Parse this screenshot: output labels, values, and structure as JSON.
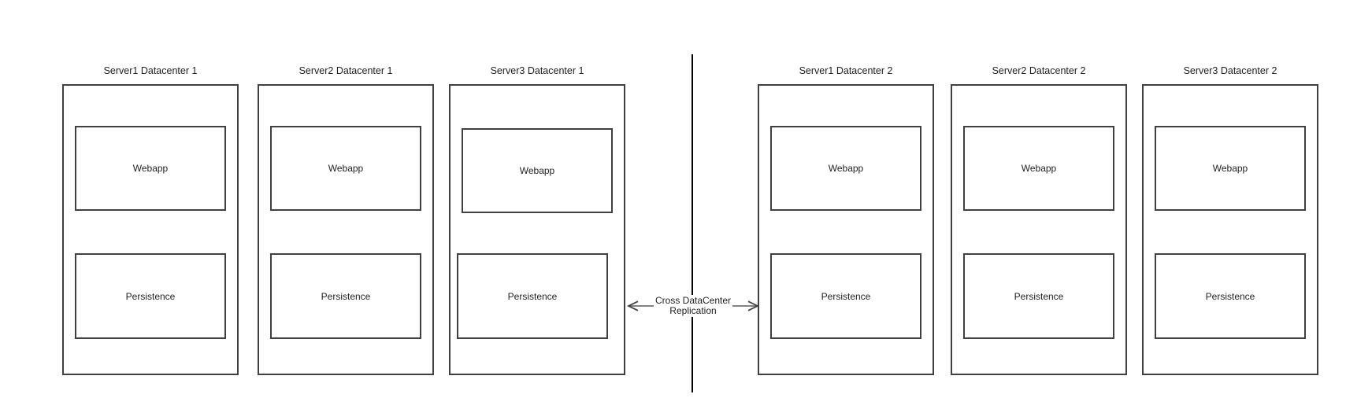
{
  "colors": {
    "background": "#ffffff",
    "box_border": "#404040",
    "divider_line": "#000000",
    "arrow": "#4d4d4d",
    "text": "#1f1f1f"
  },
  "replication": {
    "line1": "Cross DataCenter",
    "line2": "Replication"
  },
  "datacenters": [
    {
      "servers": [
        {
          "title": "Server1 Datacenter 1",
          "webapp": "Webapp",
          "persistence": "Persistence"
        },
        {
          "title": "Server2 Datacenter 1",
          "webapp": "Webapp",
          "persistence": "Persistence"
        },
        {
          "title": "Server3 Datacenter 1",
          "webapp": "Webapp",
          "persistence": "Persistence"
        }
      ]
    },
    {
      "servers": [
        {
          "title": "Server1 Datacenter 2",
          "webapp": "Webapp",
          "persistence": "Persistence"
        },
        {
          "title": "Server2 Datacenter 2",
          "webapp": "Webapp",
          "persistence": "Persistence"
        },
        {
          "title": "Server3 Datacenter 2",
          "webapp": "Webapp",
          "persistence": "Persistence"
        }
      ]
    }
  ]
}
